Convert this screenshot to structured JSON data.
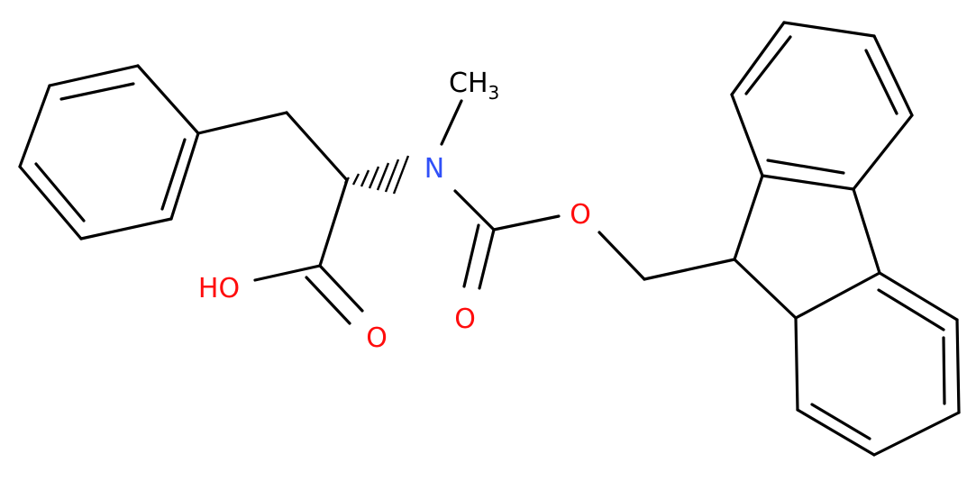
{
  "molecule": {
    "atom_labels": {
      "methyl": "CH",
      "methyl_subscript": "3",
      "nitrogen": "N",
      "carbamate_ether_oxygen": "O",
      "carbamate_carbonyl_oxygen": "O",
      "acid_hydroxyl": "HO",
      "acid_carbonyl_oxygen": "O"
    },
    "colors": {
      "bond": "#000000",
      "carbon_label": "#000000",
      "nitrogen": "#3050F8",
      "oxygen": "#FF0D0D"
    }
  }
}
